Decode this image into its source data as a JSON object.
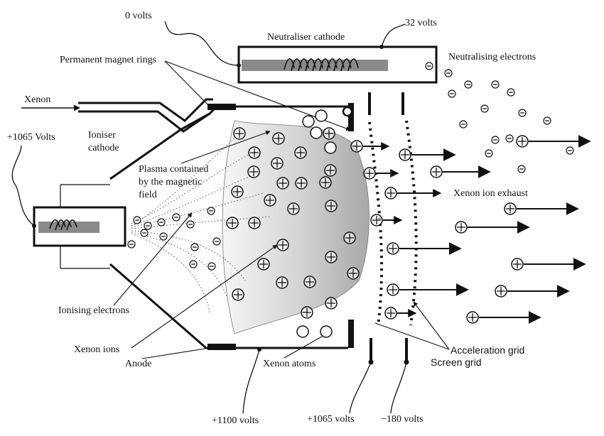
{
  "labels": {
    "zero_volts": "0 volts",
    "thirty_two_volts": "32 volts",
    "neutraliser_cathode": "Neutraliser cathode",
    "permanent_magnet_rings": "Permanent magnet rings",
    "neutralising_electrons": "Neutralising electrons",
    "xenon": "Xenon",
    "plus_1065_volts_left": "+1065 Volts",
    "ioniser": "Ioniser",
    "cathode": "cathode",
    "plasma_line1": "Plasma contained",
    "plasma_line2": "by the magnetic",
    "plasma_line3": "field",
    "xenon_ion_exhaust": "Xenon ion exhaust",
    "ionising_electrons": "Ionising electrons",
    "xenon_ions": "Xenon ions",
    "anode": "Anode",
    "xenon_atoms": "Xenon atoms",
    "acceleration_grid": "Acceleration grid",
    "screen_grid": "Screen grid",
    "plus_1100_volts": "+1100 volts",
    "plus_1065_volts_bottom": "+1065 volts",
    "minus_180_volts": "−180 volts"
  },
  "symbols": {
    "ion": "⊕",
    "electron": "⊝"
  },
  "colors": {
    "ink": "#111111",
    "magnet": "#111111",
    "filament_core": "#8a8a8a",
    "plasma_dark": "#9a9a9a",
    "plasma_light": "#f2f2f2"
  }
}
